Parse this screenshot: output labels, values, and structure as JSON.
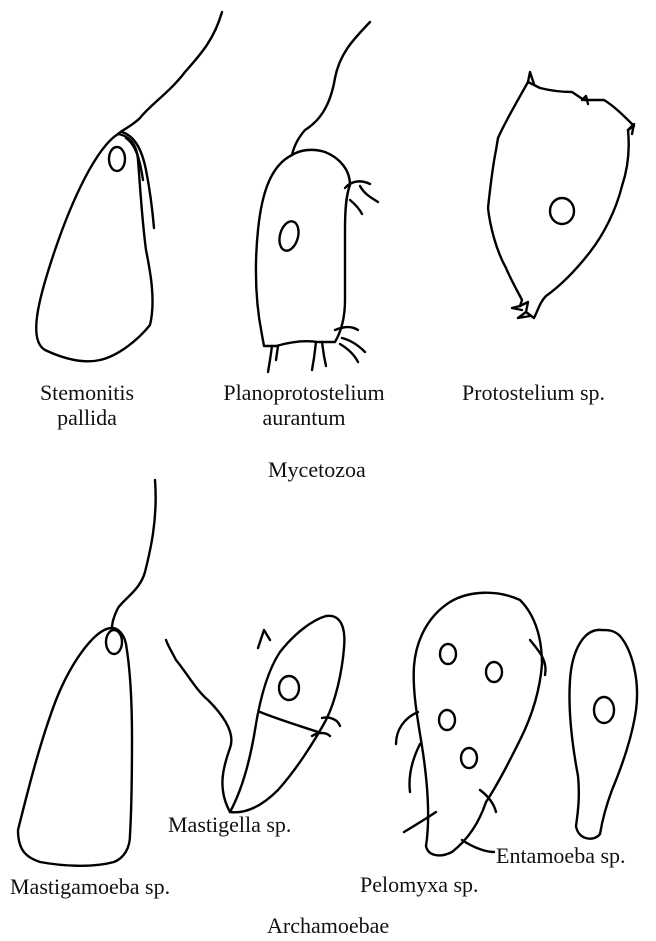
{
  "groups": {
    "mycetozoa": "Mycetozoa",
    "archamoebae": "Archamoebae"
  },
  "organisms": {
    "stemonitis": {
      "line1": "Stemonitis",
      "line2": "pallida"
    },
    "planoprotostelium": {
      "line1": "Planoprotostelium",
      "line2": "aurantum"
    },
    "protostelium": "Protostelium sp.",
    "mastigamoeba": "Mastigamoeba sp.",
    "mastigella": "Mastigella sp.",
    "pelomyxa": "Pelomyxa sp.",
    "entamoeba": "Entamoeba sp."
  }
}
